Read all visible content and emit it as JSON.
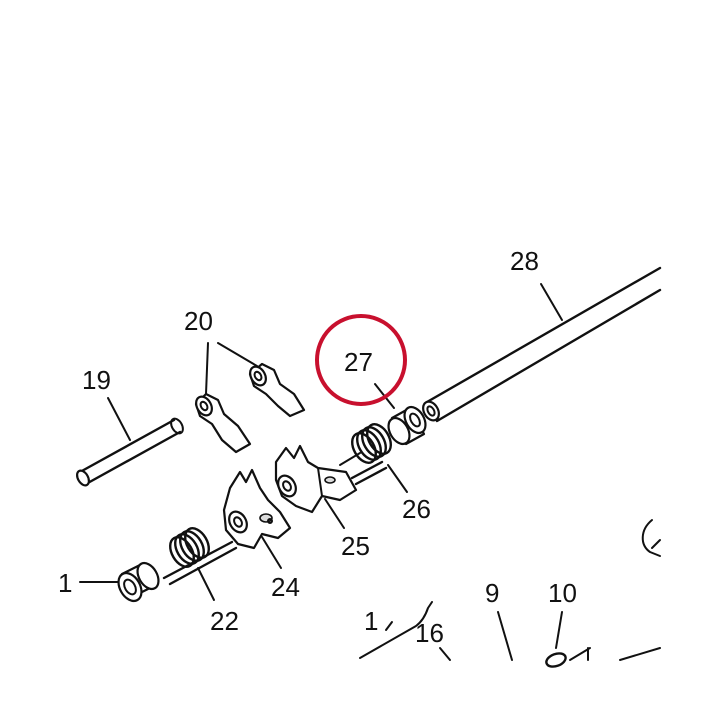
{
  "diagram": {
    "callout_labels": {
      "p1": "1",
      "p1_group": "1",
      "p9": "9",
      "p10": "10",
      "p16": "16",
      "p19": "19",
      "p20": "20",
      "p22": "22",
      "p24": "24",
      "p25": "25",
      "p26": "26",
      "p27": "27",
      "p28": "28"
    },
    "highlight": {
      "part": "27",
      "color": "#c8102e"
    },
    "line_color": "#111111",
    "background": "#ffffff"
  }
}
